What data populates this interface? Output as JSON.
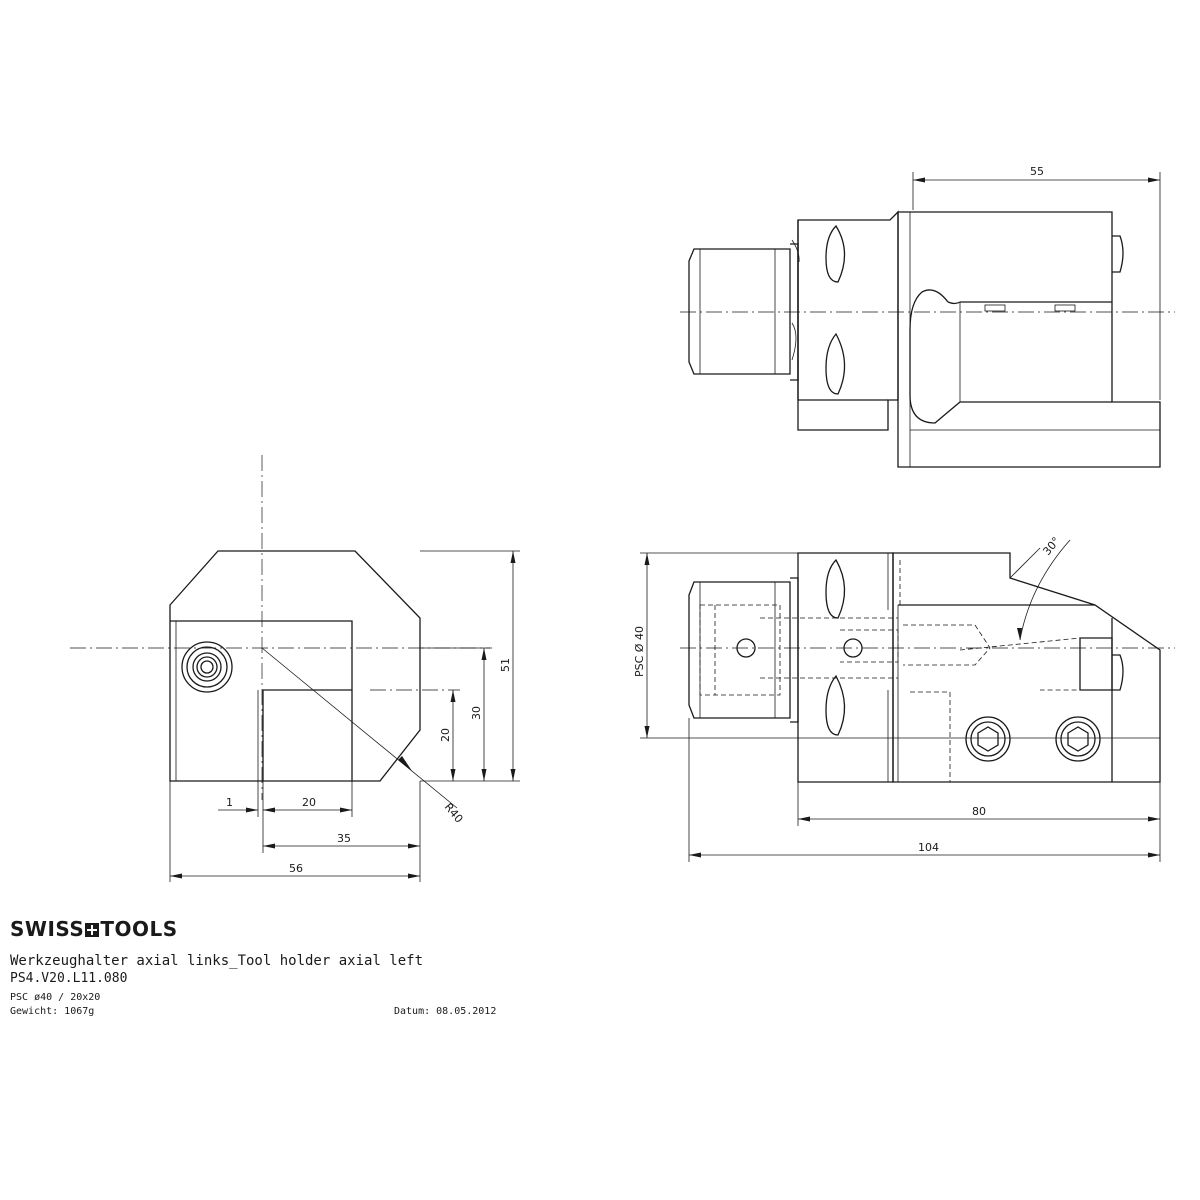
{
  "title_block": {
    "brand_left": "SWISS",
    "brand_right": "TOOLS",
    "title": "Werkzeughalter axial links_Tool holder axial left",
    "part_number": "PS4.V20.L11.080",
    "spec": "PSC ø40 / 20x20",
    "weight": "Gewicht: 1067g",
    "date": "Datum: 08.05.2012"
  },
  "dimensions": {
    "top_view_width": "55",
    "front_height": "51",
    "front_30": "30",
    "front_20": "20",
    "front_radius": "R40",
    "front_1": "1",
    "front_w20": "20",
    "front_35": "35",
    "front_56": "56",
    "side_psc": "PSC Ø 40",
    "side_angle": "30°",
    "side_80": "80",
    "side_104": "104"
  }
}
